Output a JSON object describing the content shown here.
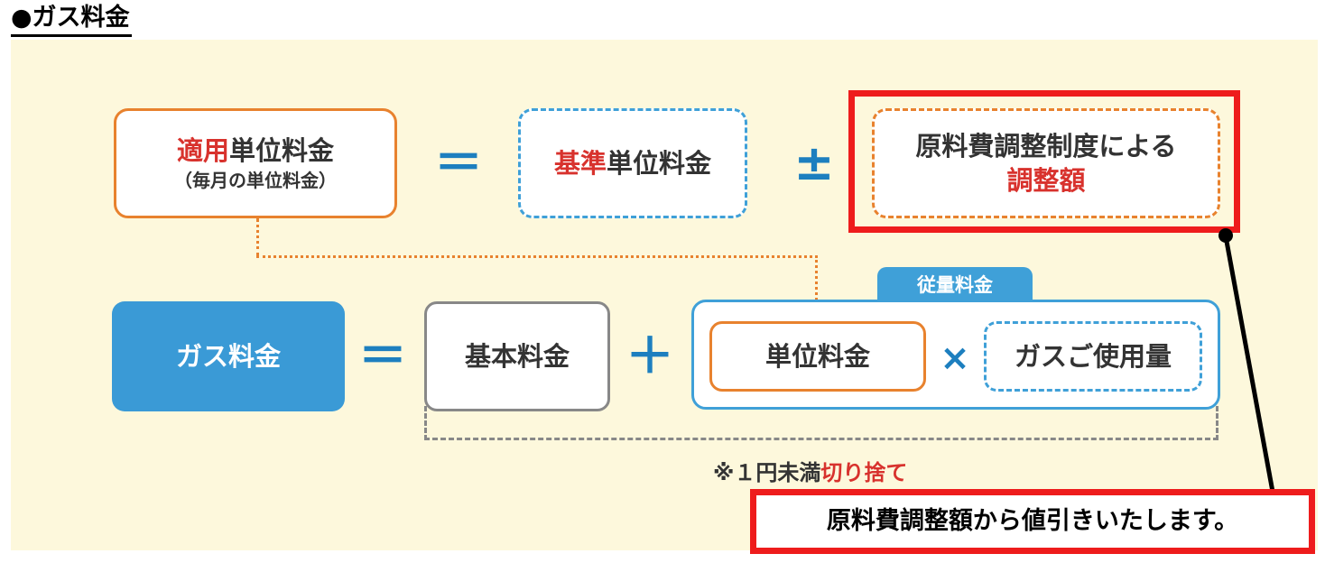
{
  "heading": "●ガス料金",
  "formula1": {
    "applied_prefix": "適用",
    "applied_suffix": "単位料金",
    "applied_note": "（毎月の単位料金）",
    "equals": "＝",
    "base_prefix": "基準",
    "base_suffix": "単位料金",
    "plusminus": "±",
    "adjust_line1": "原料費調整制度による",
    "adjust_line2": "調整額"
  },
  "formula2": {
    "gas_fee": "ガス料金",
    "equals": "＝",
    "basic_fee": "基本料金",
    "plus": "＋",
    "usage_tab": "従量料金",
    "unit_fee": "単位料金",
    "times": "×",
    "gas_usage": "ガスご使用量"
  },
  "footnote": {
    "prefix": "※１円未満",
    "highlight": "切り捨て"
  },
  "callout": "原料費調整額から値引きいたします。",
  "colors": {
    "panel_bg": "#fdf8dc",
    "orange": "#e8822e",
    "blue": "#3fa0d8",
    "blue_fill": "#3a9ad6",
    "red_text": "#d8322d",
    "highlight_red": "#ee1c1c",
    "gray": "#888888"
  }
}
